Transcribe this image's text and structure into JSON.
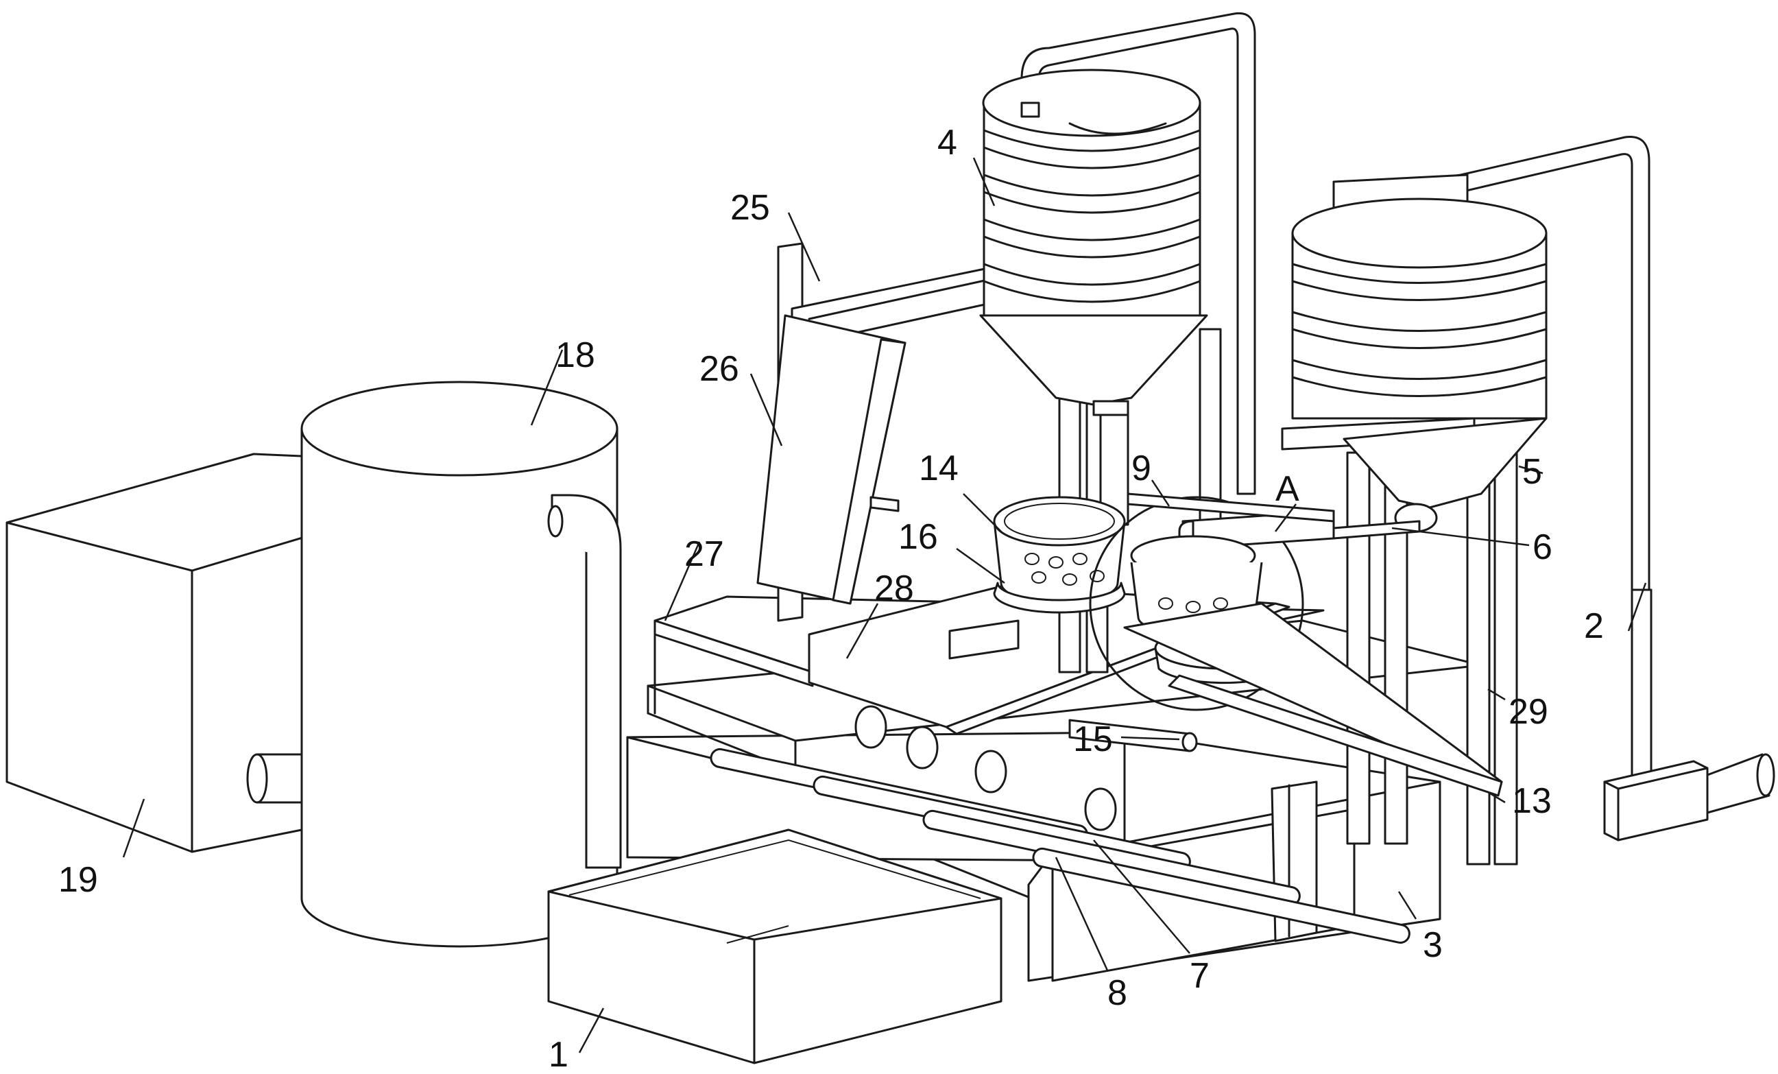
{
  "labels": [
    {
      "id": "1",
      "text": "1"
    },
    {
      "id": "2",
      "text": "2"
    },
    {
      "id": "3",
      "text": "3"
    },
    {
      "id": "4",
      "text": "4"
    },
    {
      "id": "5",
      "text": "5"
    },
    {
      "id": "6",
      "text": "6"
    },
    {
      "id": "7",
      "text": "7"
    },
    {
      "id": "8",
      "text": "8"
    },
    {
      "id": "9",
      "text": "9"
    },
    {
      "id": "13",
      "text": "13"
    },
    {
      "id": "14",
      "text": "14"
    },
    {
      "id": "15",
      "text": "15"
    },
    {
      "id": "16",
      "text": "16"
    },
    {
      "id": "18",
      "text": "18"
    },
    {
      "id": "19",
      "text": "19"
    },
    {
      "id": "25",
      "text": "25"
    },
    {
      "id": "26",
      "text": "26"
    },
    {
      "id": "27",
      "text": "27"
    },
    {
      "id": "28",
      "text": "28"
    },
    {
      "id": "29",
      "text": "29"
    },
    {
      "id": "A",
      "text": "A"
    }
  ]
}
